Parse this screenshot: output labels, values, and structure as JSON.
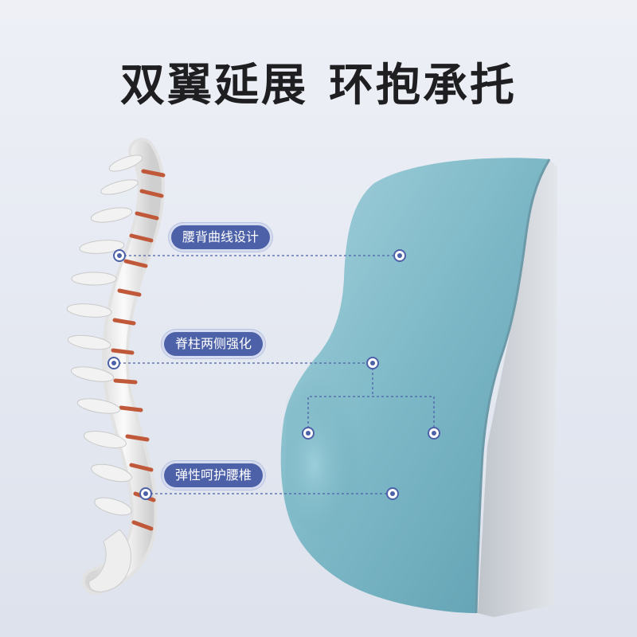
{
  "headline": {
    "left": "双翼延展",
    "right": "环抱承托"
  },
  "callouts": [
    {
      "label": "腰背曲线设计"
    },
    {
      "label": "脊柱两侧强化"
    },
    {
      "label": "弹性呵护腰椎"
    }
  ],
  "colors": {
    "background": "#e6e9f1",
    "cushion": "#7fb9c8",
    "cushion_side": "#d4d7dc",
    "pill": "#4d61a8",
    "spine_bone": "#ededed",
    "spine_disc": "#c0583a"
  },
  "icons": [
    "spine-illustration",
    "lumbar-cushion",
    "callout-dot"
  ]
}
